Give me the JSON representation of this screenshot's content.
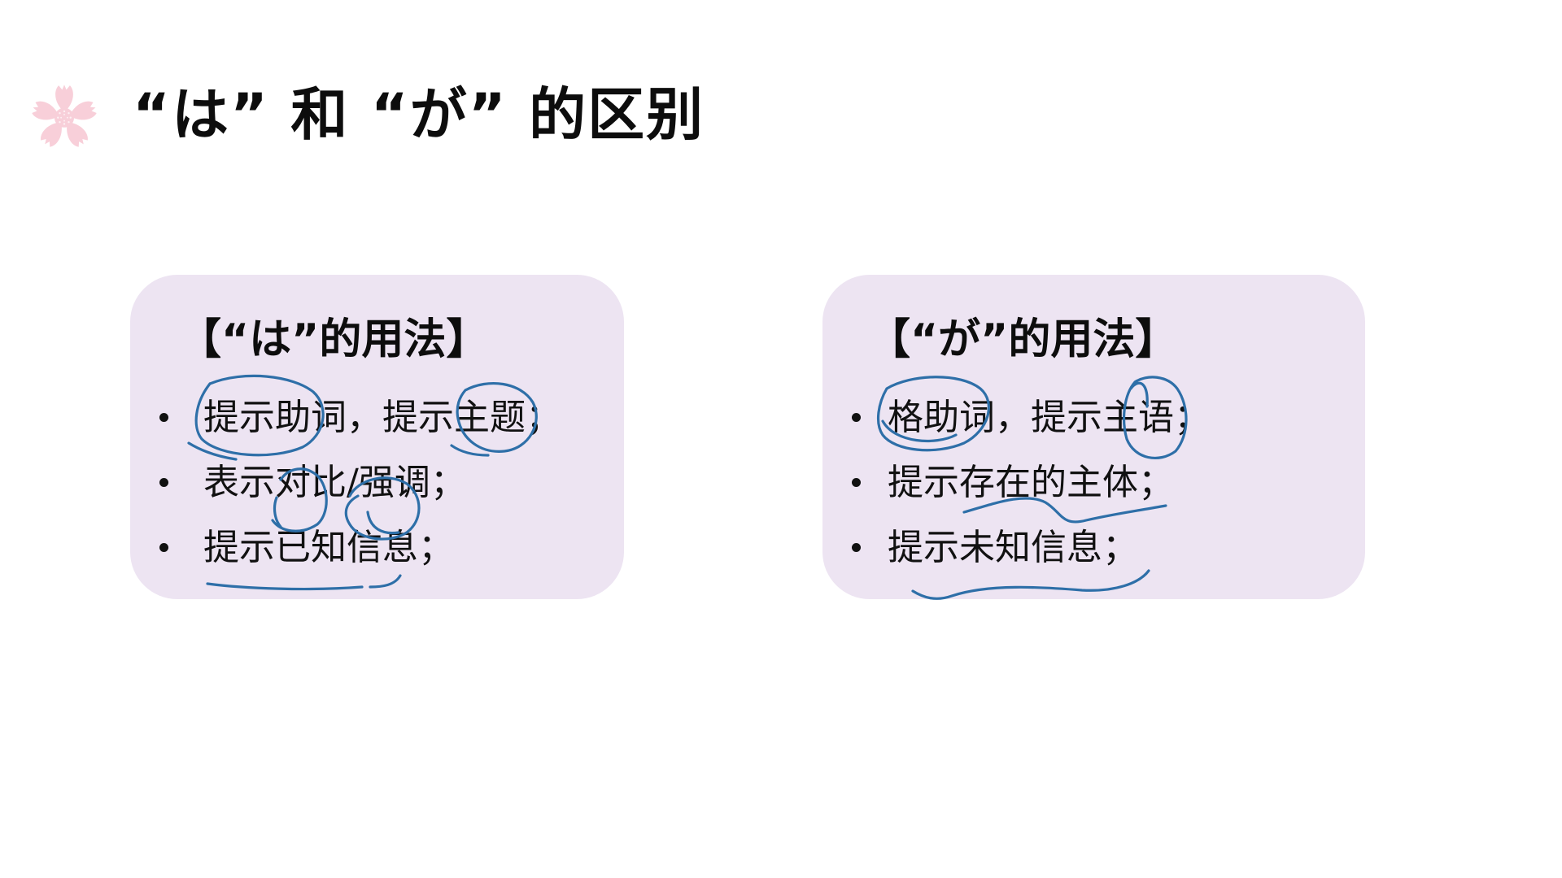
{
  "slide": {
    "title": "“は” 和 “が” 的区别",
    "icon": "sakura-flower-icon",
    "colors": {
      "background": "#ffffff",
      "card": "#ede4f2",
      "sakura": "#f8cfd9",
      "annotation_ink": "#2e6fa8",
      "text": "#111111"
    }
  },
  "cards": [
    {
      "heading": "【“は”的用法】",
      "items": [
        "提示助词，提示主题；",
        "表示对比/强调；",
        "提示已知信息；"
      ]
    },
    {
      "heading": "【“が”的用法】",
      "items": [
        "格助词，提示主语；",
        "提示存在的主体；",
        "提示未知信息；"
      ]
    }
  ],
  "annotations": {
    "left_card": [
      "circle: 提示助词",
      "circle: 主题",
      "circle: 对",
      "circle: 强调",
      "underline: 提示已知信息"
    ],
    "right_card": [
      "circle: 格助词",
      "circle: 主语",
      "underline: 存在的主体",
      "underline: 提示未知信息"
    ]
  }
}
